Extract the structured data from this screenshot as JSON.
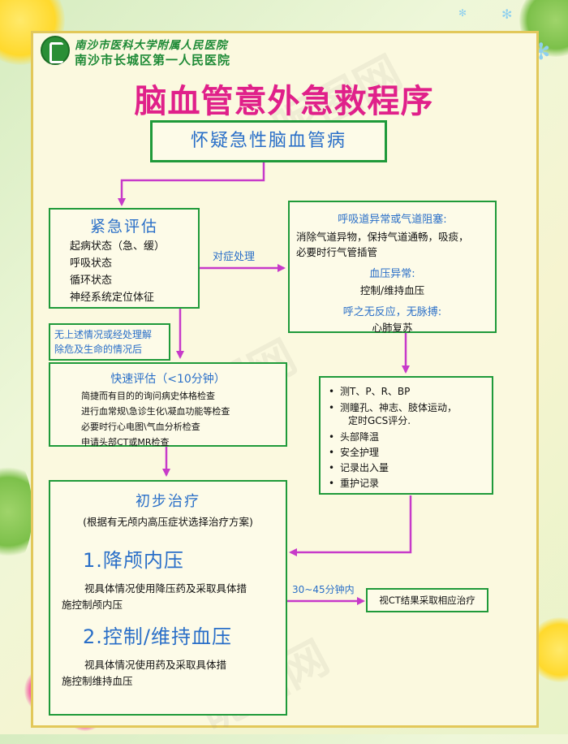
{
  "header": {
    "hospital_affiliation": "南沙市医科大学附属人民医院",
    "hospital_name": "南沙市长城区第一人民医院",
    "title": "脑血管意外急救程序"
  },
  "suspect": {
    "label": "怀疑急性脑血管病"
  },
  "emergency_eval": {
    "title": "紧急评估",
    "items": [
      "起病状态（急、缓）",
      "呼吸状态",
      "循环状态",
      "神经系统定位体征"
    ]
  },
  "symptomatic_label": "对症处理",
  "right_box": {
    "airway_title": "呼吸道异常或气道阻塞:",
    "airway_line1": "消除气道异物，保持气道通畅，吸痰，",
    "airway_line2": "必要时行气管插管",
    "bp_title": "血压异常:",
    "bp_action": "控制/维持血压",
    "arrest_title": "呼之无反应，无脉搏:",
    "arrest_action": "心肺复苏"
  },
  "no_danger_note": {
    "line1": "无上述情况或经处理解",
    "line2": "除危及生命的情况后"
  },
  "quick_eval": {
    "title": "快速评估（<10分钟）",
    "items": [
      "简捷而有目的的询问病史体格检查",
      "进行血常规\\急诊生化\\凝血功能等检查",
      "必要时行心电图\\气血分析检查",
      "申请头部CT或MR检查"
    ]
  },
  "monitor": {
    "items": [
      "测T、P、R、BP",
      "测瞳孔、神志、肢体运动，",
      "头部降温",
      "安全护理",
      "记录出入量",
      "重护记录"
    ],
    "gcs_line": "定时GCS评分."
  },
  "initial_treatment": {
    "title": "初步治疗",
    "subtitle": "(根据有无颅内高压症状选择治疗方案)",
    "step1_title": "1.降颅内压",
    "step1_line1": "视具体情况使用降压药及采取具体措",
    "step1_line2": "施控制颅内压",
    "step2_title": "2.控制/维持血压",
    "step2_line1": "视具体情况使用药及采取具体措",
    "step2_line2": "施控制维持血压"
  },
  "time_label": "30~45分钟内",
  "ct_result": {
    "label": "视CT结果采取相应治疗"
  },
  "watermark_text": "昵图网",
  "colors": {
    "accent_pink": "#e0208a",
    "arrow_magenta": "#c73ac9",
    "box_green": "#1f9a3a",
    "heading_blue": "#2a6fc8",
    "hospital_green": "#1e8a36"
  }
}
